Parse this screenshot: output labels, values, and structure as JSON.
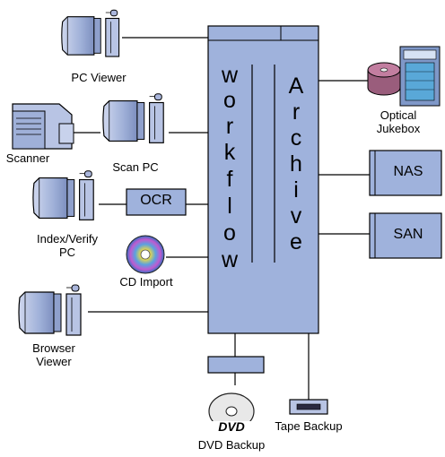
{
  "core": {
    "workflow_letters": [
      "w",
      "o",
      "r",
      "k",
      "f",
      "l",
      "o",
      "w"
    ],
    "archive_letters": [
      "A",
      "r",
      "c",
      "h",
      "i",
      "v",
      "e"
    ],
    "fill": "#9fb2dc",
    "stroke": "#000000"
  },
  "labels": {
    "pc_viewer": "PC Viewer",
    "scanner": "Scanner",
    "scan_pc": "Scan PC",
    "ocr": "OCR",
    "index_verify_1": "Index/Verify",
    "index_verify_2": "PC",
    "cd_import": "CD Import",
    "browser_viewer_1": "Browser",
    "browser_viewer_2": "Viewer",
    "optical_jukebox_1": "Optical",
    "optical_jukebox_2": "Jukebox",
    "nas": "NAS",
    "san": "SAN",
    "dvd_backup": "DVD Backup",
    "tape_backup": "Tape Backup",
    "dvd_logo": "DVD"
  },
  "icons": {
    "pc_viewer": "workstation-icon",
    "scanner": "scanner-icon",
    "scan_pc": "workstation-icon",
    "index_verify": "workstation-icon",
    "cd_import": "cd-icon",
    "browser_viewer": "workstation-icon",
    "optical_jukebox": "optical-jukebox-icon",
    "dvd_backup": "dvd-disc-icon",
    "tape_backup": "tape-drive-icon"
  }
}
